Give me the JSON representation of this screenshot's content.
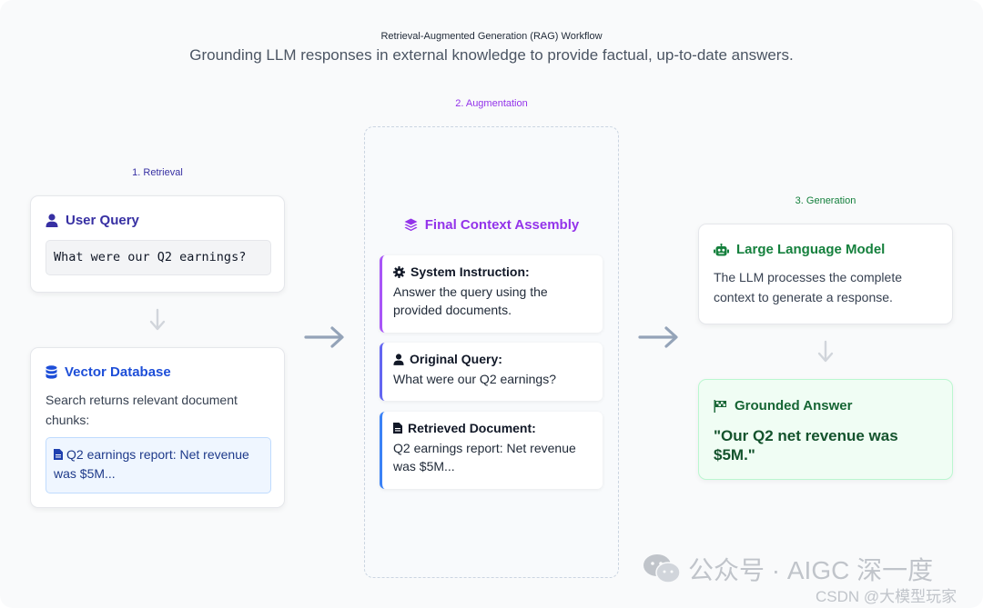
{
  "header": {
    "title": "Retrieval-Augmented Generation (RAG) Workflow",
    "subtitle": "Grounding LLM responses in external knowledge to provide factual, up-to-date answers."
  },
  "stages": {
    "retrieval": "1. Retrieval",
    "augmentation": "2. Augmentation",
    "generation": "3. Generation"
  },
  "user_query": {
    "title": "User Query",
    "query": "What were our Q2 earnings?"
  },
  "vector_db": {
    "title": "Vector Database",
    "description": "Search returns relevant document chunks:",
    "chunk": "Q2 earnings report: Net revenue was $5M..."
  },
  "context": {
    "title": "Final Context Assembly",
    "system": {
      "heading": "System Instruction:",
      "body": "Answer the query using the provided documents."
    },
    "query": {
      "heading": "Original Query:",
      "body": "What were our Q2 earnings?"
    },
    "document": {
      "heading": "Retrieved Document:",
      "body": "Q2 earnings report: Net revenue was $5M..."
    }
  },
  "llm": {
    "title": "Large Language Model",
    "description": "The LLM processes the complete context to generate a response."
  },
  "answer": {
    "title": "Grounded Answer",
    "text": "\"Our Q2 net revenue was $5M.\""
  },
  "watermark": {
    "line1": "公众号 · AIGC 深一度",
    "line2": "CSDN @大模型玩家"
  },
  "colors": {
    "retrieval": "#3730a3",
    "vector": "#1d4ed8",
    "augmentation": "#9333ea",
    "generation": "#15803d",
    "arrow": "#9ca3af"
  },
  "icons": {
    "user_query": "user-icon",
    "vector_db": "database-icon",
    "chunk": "file-icon",
    "context": "layers-icon",
    "system": "gear-icon",
    "original_query": "user-icon",
    "document": "file-icon",
    "llm": "robot-icon",
    "answer": "flag-icon"
  }
}
